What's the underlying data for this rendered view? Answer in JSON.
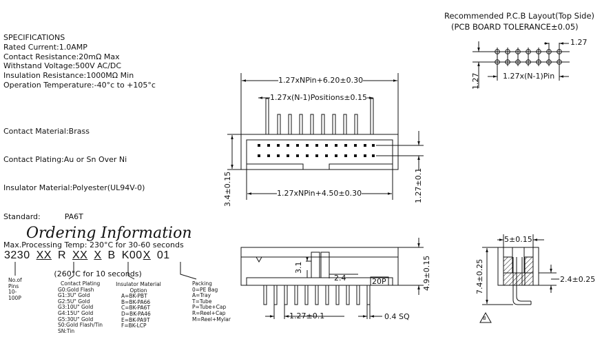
{
  "specifications": {
    "heading": "SPECIFICATIONS",
    "electrical": [
      "Rated Current:1.0AMP",
      "Contact Resistance:20mΩ Max",
      "Withstand Voltage:500V AC/DC",
      "Insulation Resistance:1000MΩ Min",
      "Operation Temperature:-40°c to +105°c"
    ],
    "material": [
      "Contact Material:Brass",
      "Contact Plating:Au or Sn Over Ni",
      "Insulator Material:Polyester(UL94V-0)",
      "Standard:          PA6T",
      "Max.Processing Temp: 230°C for 30-60 seconds",
      "                     (260°C for 10 seconds)"
    ]
  },
  "pcb_layout": {
    "title": "Recommended P.C.B Layout(Top Side)",
    "tolerance": "(PCB BOARD TOLERANCE±0.05)",
    "dim_pitch": "1.27",
    "dim_row": "1.27",
    "dim_span": "1.27x(N-1)Pin"
  },
  "top_view": {
    "dim_overall": "1.27xNPin+6.20±0.30",
    "dim_positions": "1.27x(N-1)Positions±0.15",
    "dim_inner": "1.27xNPin+4.50±0.30",
    "dim_height": "3.4±0.15",
    "dim_row": "1.27±0.1"
  },
  "front_view": {
    "dim_latch": "3.1",
    "dim_step": "2.4",
    "label_pin": "20P",
    "dim_height": "4.9±0.15",
    "dim_pitch": "1.27±0.1",
    "dim_pin_sq": "0.4 SQ"
  },
  "side_view": {
    "dim_width": "5±0.15",
    "dim_height": "7.4±0.25",
    "dim_step": "2.4±0.25",
    "marker": "B"
  },
  "ordering": {
    "title": "Ordering Information",
    "code": [
      "3230",
      "XX",
      "R",
      "XX",
      "X",
      "B",
      "K00",
      "X",
      "01"
    ],
    "pins": {
      "title": "No.of Pins",
      "range": "10-100P"
    },
    "plating": {
      "title": "Contact  Plating",
      "options": [
        "G0:Gold  Flash",
        "G1:3U\"  Gold",
        "G2:5U\"  Gold",
        "G3:10U\"  Gold",
        "G4:15U\"  Gold",
        "G5:30U\"  Gold",
        "S0:Gold  Flash/Tin",
        "SN:Tin"
      ]
    },
    "insulator": {
      "title": "Insulator  Material Option",
      "options": [
        "A=BK-PBT",
        "B=BK-PA66",
        "C=BK-PA6T",
        "D=BK-PA46",
        "E=BK-PA9T",
        "F=BK-LCP"
      ]
    },
    "packing": {
      "title": "Packing",
      "options": [
        "0=PE  Bag",
        "A=Tray",
        "T=Tube",
        "P=Tube+Cap",
        "R=Reel+Cap",
        "M=Reel+Mylar"
      ]
    }
  }
}
